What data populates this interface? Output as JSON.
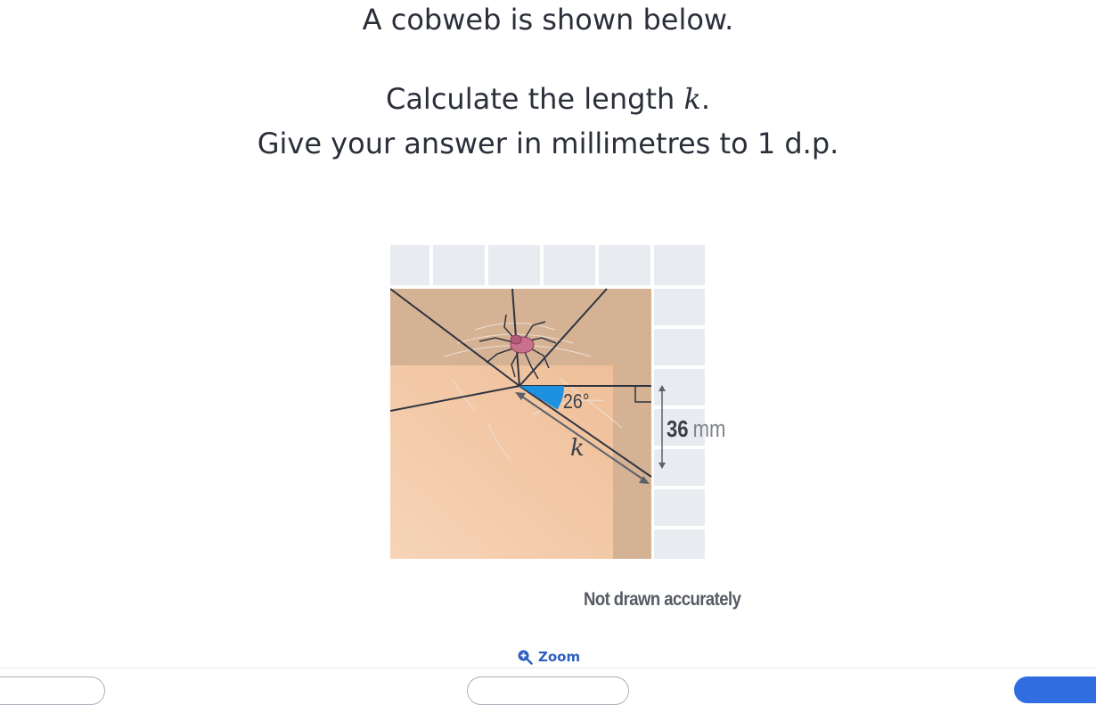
{
  "question": {
    "line1": "A cobweb is shown below.",
    "line2_prefix": "Calculate the length ",
    "line2_var": "k",
    "line2_suffix": ".",
    "line3": "Give your answer in millimetres to 1 d.p."
  },
  "diagram": {
    "angle_label": "26°",
    "side_number": "36",
    "side_unit": "mm",
    "unknown_label": "k",
    "caption": "Not drawn accurately",
    "colors": {
      "tile": "#e8ebf0",
      "wall": "#d6b294",
      "wood": "#f4c7a2",
      "angle_fill": "#1e90e0",
      "label": "#3a3f47"
    }
  },
  "zoom": {
    "label": "Zoom",
    "icon": "zoom-in-icon"
  }
}
